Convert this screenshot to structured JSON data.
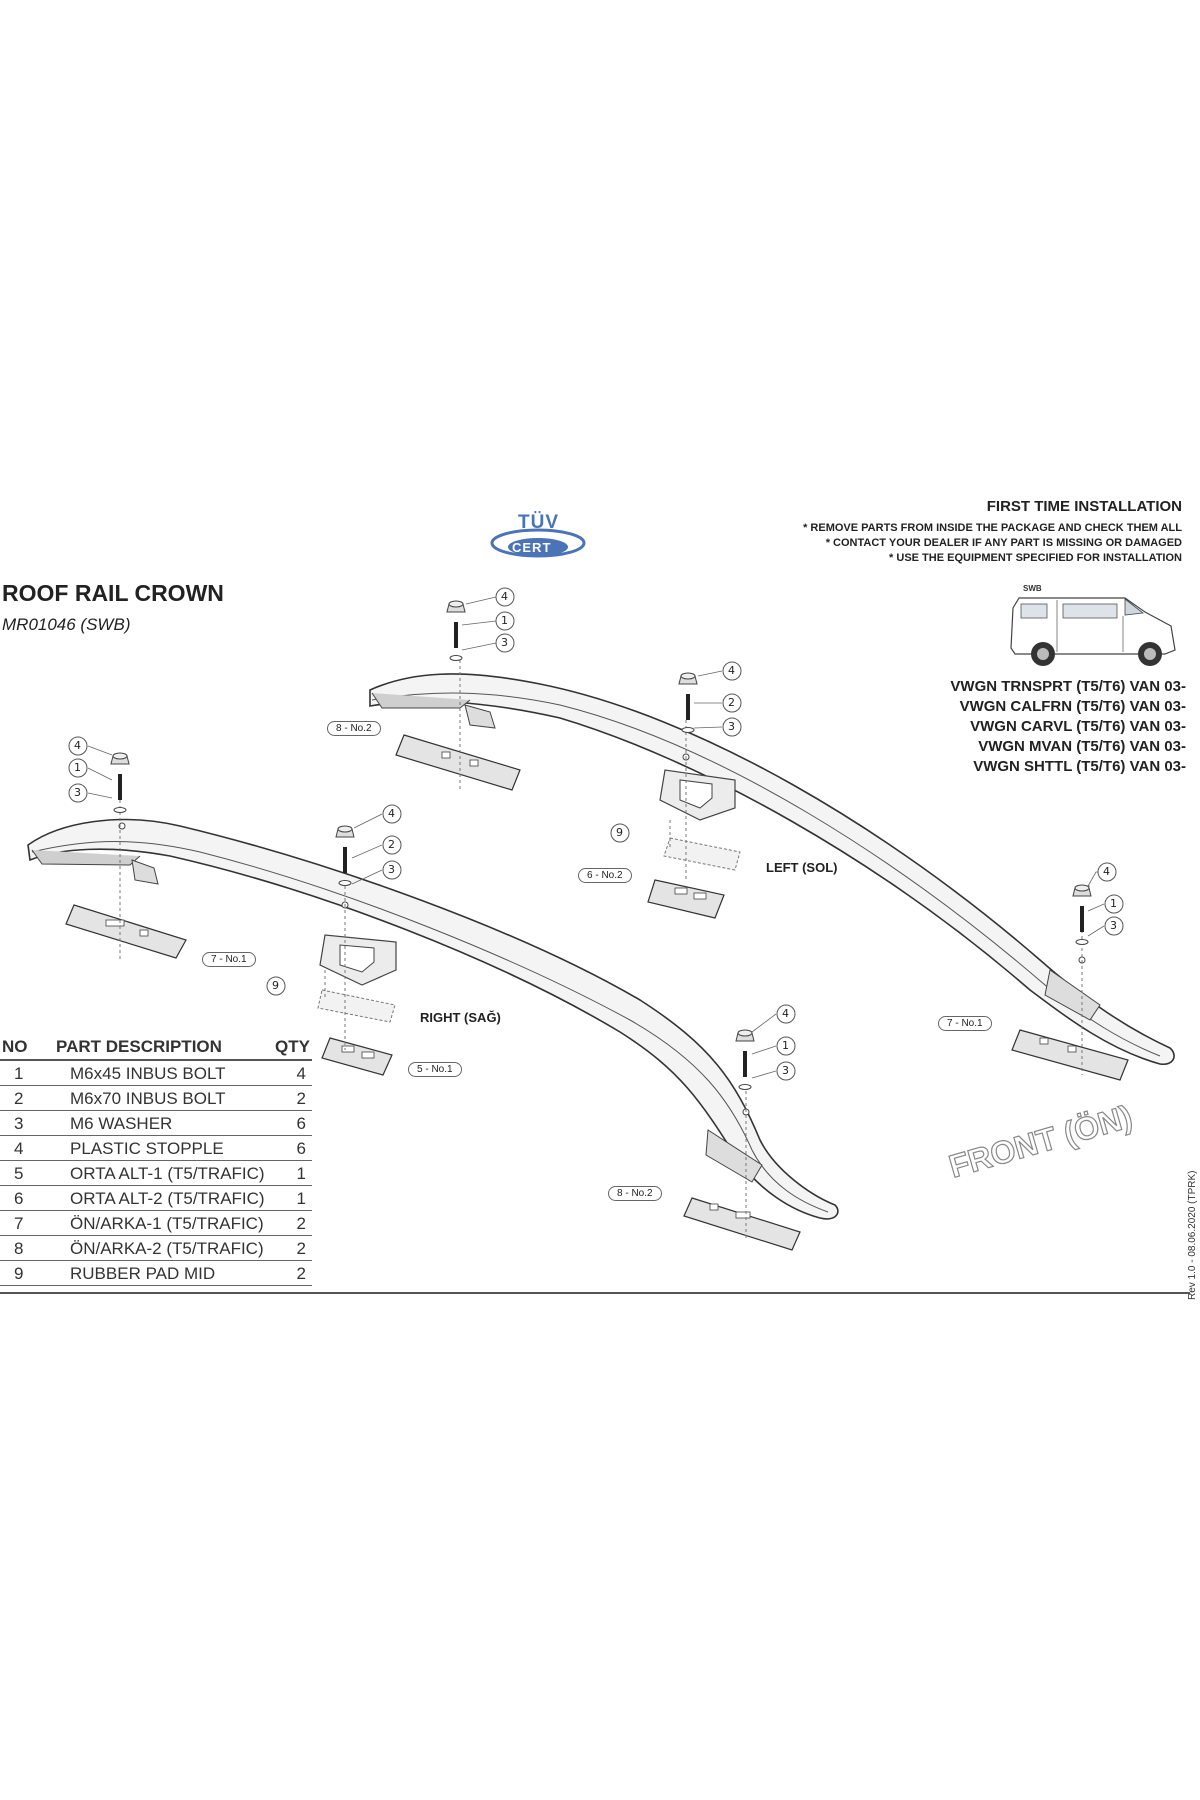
{
  "header": {
    "title": "ROOF RAIL CROWN",
    "subtitle": "MR01046 (SWB)",
    "logo_text_top": "TÜV",
    "logo_text_bottom": "CERT"
  },
  "installation": {
    "heading": "FIRST TIME INSTALLATION",
    "notes": [
      "* REMOVE PARTS FROM INSIDE THE PACKAGE AND CHECK THEM ALL",
      "* CONTACT YOUR DEALER IF ANY PART IS MISSING OR DAMAGED",
      "* USE THE EQUIPMENT SPECIFIED FOR INSTALLATION"
    ]
  },
  "van": {
    "label": "SWB"
  },
  "models": [
    "VWGN TRNSPRT (T5/T6) VAN 03-",
    "VWGN CALFRN (T5/T6) VAN 03-",
    "VWGN CARVL (T5/T6) VAN 03-",
    "VWGN MVAN (T5/T6) VAN 03-",
    "VWGN SHTTL (T5/T6) VAN 03-"
  ],
  "labels": {
    "left": "LEFT (SOL)",
    "right": "RIGHT (SAĞ)",
    "front": "FRONT (ÖN)",
    "rev": "Rev 1.0 - 08.06.2020 (TPRK)"
  },
  "callouts": {
    "c4": "4",
    "c1": "1",
    "c2": "2",
    "c3": "3",
    "c9": "9",
    "p8": "8 - No.2",
    "p7": "7 - No.1",
    "p6": "6 - No.2",
    "p5": "5 - No.1"
  },
  "parts_table": {
    "headers": {
      "no": "NO",
      "desc": "PART DESCRIPTION",
      "qty": "QTY"
    },
    "rows": [
      {
        "no": "1",
        "desc": "M6x45 INBUS BOLT",
        "qty": "4"
      },
      {
        "no": "2",
        "desc": "M6x70 INBUS BOLT",
        "qty": "2"
      },
      {
        "no": "3",
        "desc": "M6 WASHER",
        "qty": "6"
      },
      {
        "no": "4",
        "desc": "PLASTIC STOPPLE",
        "qty": "6"
      },
      {
        "no": "5",
        "desc": "ORTA ALT-1 (T5/TRAFIC)",
        "qty": "1"
      },
      {
        "no": "6",
        "desc": "ORTA ALT-2 (T5/TRAFIC)",
        "qty": "1"
      },
      {
        "no": "7",
        "desc": "ÖN/ARKA-1 (T5/TRAFIC)",
        "qty": "2"
      },
      {
        "no": "8",
        "desc": "ÖN/ARKA-2 (T5/TRAFIC)",
        "qty": "2"
      },
      {
        "no": "9",
        "desc": "RUBBER PAD MID",
        "qty": "2"
      }
    ]
  }
}
